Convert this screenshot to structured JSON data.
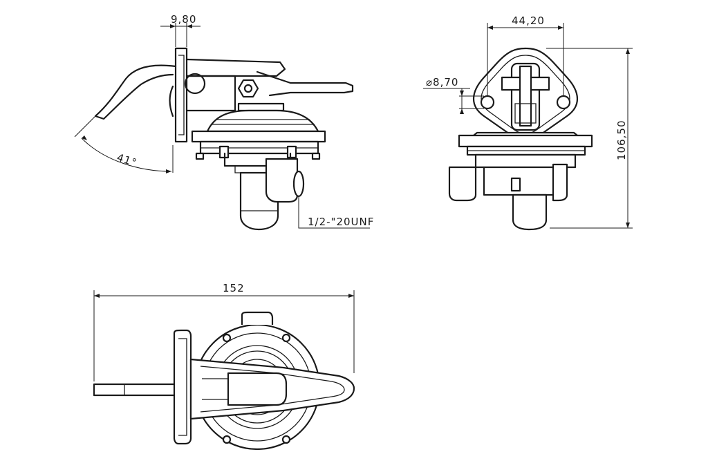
{
  "drawing": {
    "side_view": {
      "dimension_top": "9,80",
      "angle": "41°",
      "thread": "1/2-\"20UNF"
    },
    "front_view": {
      "dimension_top": "44,20",
      "hole_diameter": "⌀8,70",
      "height": "106,50"
    },
    "top_view": {
      "length": "152"
    },
    "colors": {
      "line": "#1a1a1a",
      "background": "#ffffff"
    }
  }
}
